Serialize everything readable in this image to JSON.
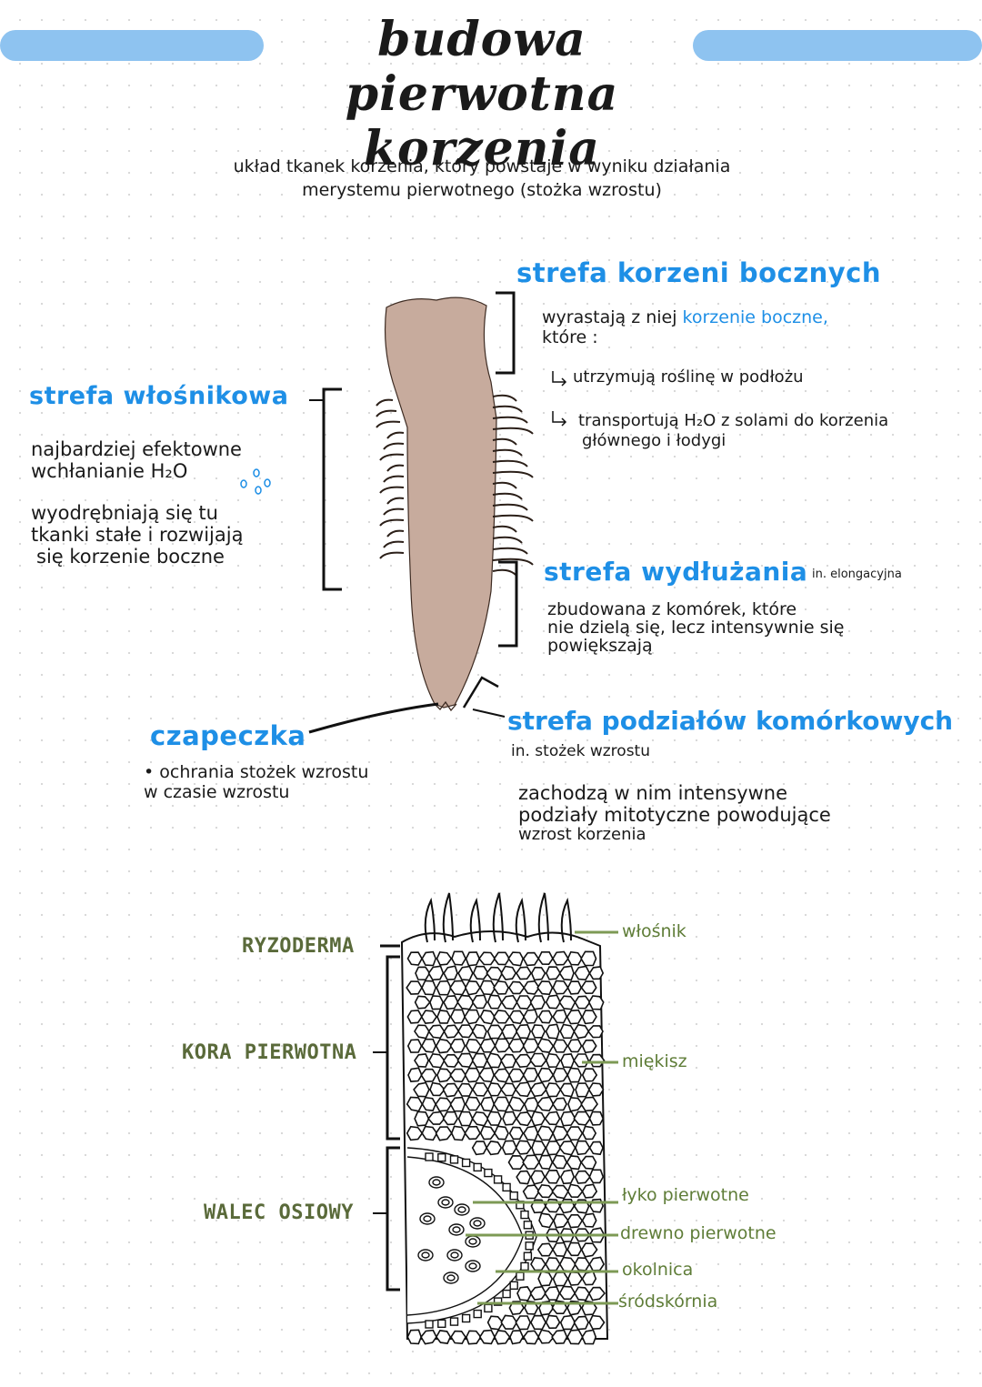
{
  "title": {
    "line1": "budowa pierwotna",
    "line2": "korzenia"
  },
  "intro": {
    "line1": "układ tkanek korzenia, który powstaje w wyniku działania",
    "line2": "merystemu pierwotnego (stożka wzrostu)"
  },
  "zones": {
    "lateral": {
      "heading": "strefa korzeni bocznych",
      "desc_prefix": "wyrastają z niej",
      "desc_highlight": "korzenie boczne,",
      "desc_line2": "które :",
      "point1": "utrzymują roślinę w podłożu",
      "point2_line1": "transportują H₂O z solami do korzenia",
      "point2_line2": "głównego i łodygi"
    },
    "hair": {
      "heading": "strefa włośnikowa",
      "line1": "najbardziej efektowne",
      "line2": "wchłanianie H₂O",
      "line3": "wyodrębniają się tu",
      "line4": "tkanki stałe i rozwijają",
      "line5": "się korzenie boczne"
    },
    "elongation": {
      "heading": "strefa wydłużania",
      "note": "in. elongacyjna",
      "line1": "zbudowana z komórek, które",
      "line2": "nie dzielą się, lecz intensywnie się",
      "line3": "powiększają"
    },
    "cap": {
      "heading": "czapeczka",
      "line1": "• ochrania stożek wzrostu",
      "line2": "w czasie wzrostu"
    },
    "division": {
      "heading": "strefa podziałów komórkowych",
      "note": "in. stożek wzrostu",
      "line1": "zachodzą w nim intensywne",
      "line2": "podziały mitotyczne powodujące",
      "line3": "wzrost korzenia"
    }
  },
  "cross_section": {
    "left_labels": [
      "RYZODERMA",
      "KORA PIERWOTNA",
      "WALEC OSIOWY"
    ],
    "right_labels": [
      "włośnik",
      "miękisz",
      "łyko pierwotne",
      "drewno pierwotne",
      "okolnica",
      "śródskórnia"
    ]
  },
  "colors": {
    "highlight": "#8ec3f0",
    "heading_blue": "#1e8fe6",
    "root_fill": "#c7ab9d",
    "label_green": "#5a6a3a",
    "pointer_green": "#7d9a55"
  }
}
